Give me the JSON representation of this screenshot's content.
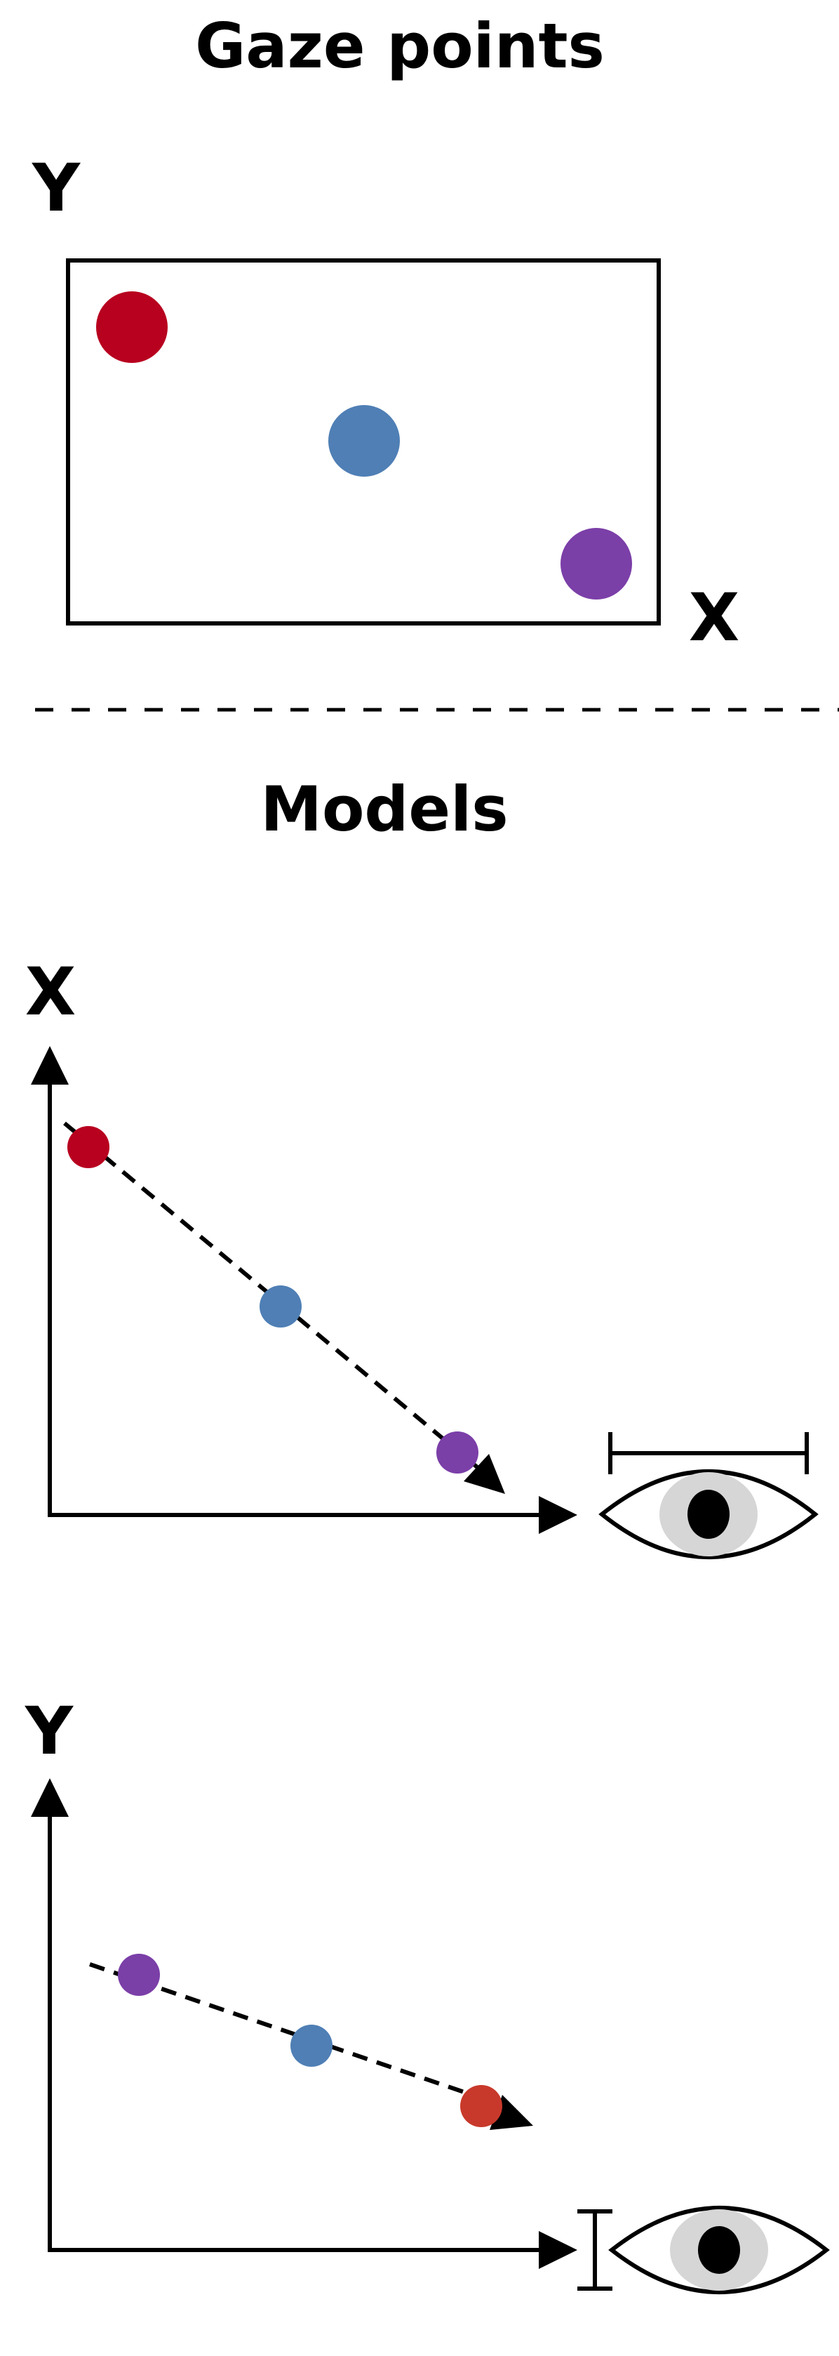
{
  "gaze_section": {
    "title": "Gaze points",
    "y_axis_label": "Y",
    "x_axis_label": "X"
  },
  "models_section": {
    "title": "Models",
    "x_model": {
      "axis_label": "X",
      "indicator_icon": "eye-icon-horizontal-width"
    },
    "y_model": {
      "axis_label": "Y",
      "indicator_icon": "eye-icon-vertical-height"
    }
  },
  "colors": {
    "red": "#B8001F",
    "blue": "#4F7FB5",
    "purple": "#7B3FA8",
    "orange_red": "#C8392B",
    "iris": "#D6D6D6",
    "ink": "#000000"
  }
}
